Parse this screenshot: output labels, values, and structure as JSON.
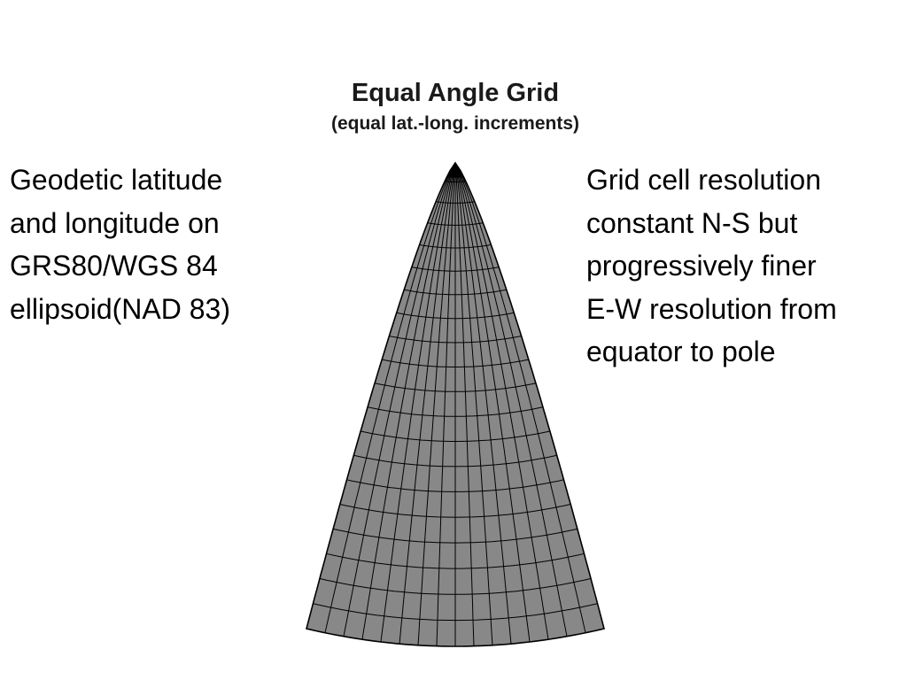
{
  "figure": {
    "title": "Equal Angle Grid",
    "subtitle": "(equal lat.-long. increments)",
    "colors": {
      "fill": "#888888",
      "line": "#000000",
      "background": "#ffffff"
    },
    "grid": {
      "meridian_count": 17,
      "parallel_count": 20
    }
  },
  "left_caption": [
    "Geodetic latitude",
    "and longitude on",
    "GRS80/WGS 84",
    "ellipsoid(NAD 83)"
  ],
  "right_caption": [
    "Grid cell resolution",
    "constant N-S but",
    "progressively finer",
    "E-W resolution from",
    "equator to pole"
  ]
}
